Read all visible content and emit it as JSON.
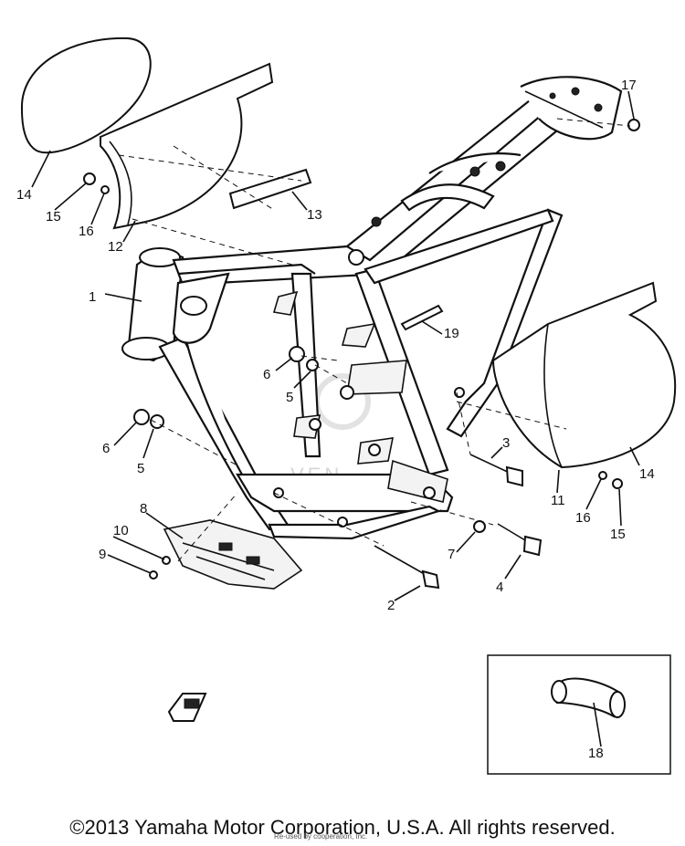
{
  "diagram": {
    "callouts": [
      {
        "id": "1",
        "label": "1"
      },
      {
        "id": "2",
        "label": "2"
      },
      {
        "id": "3",
        "label": "3"
      },
      {
        "id": "4",
        "label": "4"
      },
      {
        "id": "5a",
        "label": "5"
      },
      {
        "id": "5b",
        "label": "5"
      },
      {
        "id": "6a",
        "label": "6"
      },
      {
        "id": "6b",
        "label": "6"
      },
      {
        "id": "7",
        "label": "7"
      },
      {
        "id": "8",
        "label": "8"
      },
      {
        "id": "9",
        "label": "9"
      },
      {
        "id": "10",
        "label": "10"
      },
      {
        "id": "11",
        "label": "11"
      },
      {
        "id": "12",
        "label": "12"
      },
      {
        "id": "13",
        "label": "13"
      },
      {
        "id": "14a",
        "label": "14"
      },
      {
        "id": "14b",
        "label": "14"
      },
      {
        "id": "15a",
        "label": "15"
      },
      {
        "id": "15b",
        "label": "15"
      },
      {
        "id": "16a",
        "label": "16"
      },
      {
        "id": "16b",
        "label": "16"
      },
      {
        "id": "17",
        "label": "17"
      },
      {
        "id": "18",
        "label": "18"
      },
      {
        "id": "19",
        "label": "19"
      }
    ],
    "watermark": "VEN"
  },
  "footer": {
    "copyright": "©2013 Yamaha Motor Corporation, U.S.A. All rights reserved.",
    "credit": "Re-used by cooperation, Inc."
  }
}
